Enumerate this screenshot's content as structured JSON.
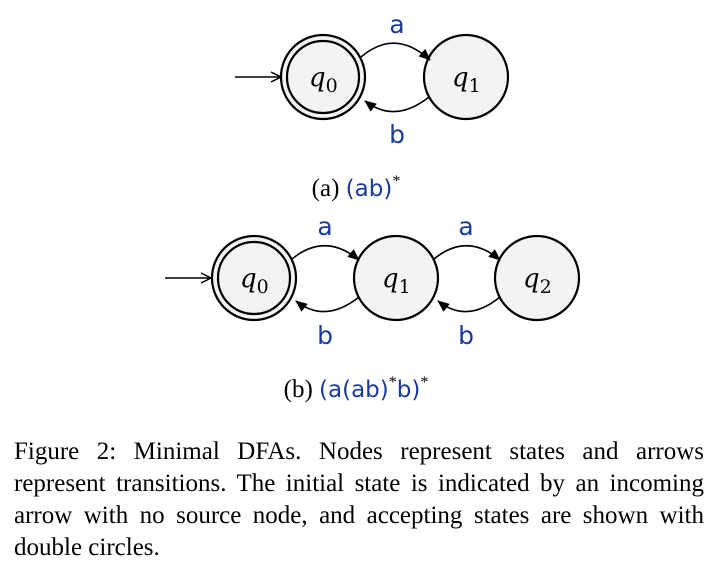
{
  "colors": {
    "node_fill": "#f3f3f3",
    "stroke": "#000000",
    "label_blue": "#1a3b9a",
    "text": "#000000"
  },
  "diagram_a": {
    "sub_label": "(a)",
    "regex": [
      "(ab)",
      "*"
    ],
    "nodes": [
      {
        "id": "q0",
        "label": "q",
        "sub": "0",
        "accepting": true,
        "initial": true
      },
      {
        "id": "q1",
        "label": "q",
        "sub": "1",
        "accepting": false,
        "initial": false
      }
    ],
    "edges": [
      {
        "from": "q0",
        "to": "q1",
        "symbol": "a"
      },
      {
        "from": "q1",
        "to": "q0",
        "symbol": "b"
      }
    ]
  },
  "diagram_b": {
    "sub_label": "(b)",
    "regex": [
      "(a(ab)",
      "*",
      "b)",
      "*"
    ],
    "nodes": [
      {
        "id": "q0",
        "label": "q",
        "sub": "0",
        "accepting": true,
        "initial": true
      },
      {
        "id": "q1",
        "label": "q",
        "sub": "1",
        "accepting": false,
        "initial": false
      },
      {
        "id": "q2",
        "label": "q",
        "sub": "2",
        "accepting": false,
        "initial": false
      }
    ],
    "edges": [
      {
        "from": "q0",
        "to": "q1",
        "symbol": "a"
      },
      {
        "from": "q1",
        "to": "q0",
        "symbol": "b"
      },
      {
        "from": "q1",
        "to": "q2",
        "symbol": "a"
      },
      {
        "from": "q2",
        "to": "q1",
        "symbol": "b"
      }
    ]
  },
  "caption": {
    "text": "Figure 2: Minimal DFAs. Nodes represent states and arrows represent transitions. The initial state is indicated by an incoming arrow with no source node, and accepting states are shown with double circles."
  }
}
